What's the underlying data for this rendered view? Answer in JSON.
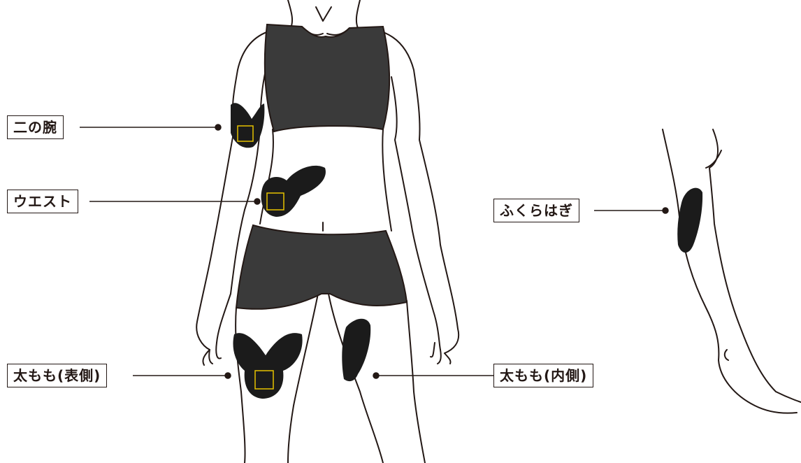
{
  "labels": {
    "upper_arm": "二の腕",
    "waist": "ウエスト",
    "calf": "ふくらはぎ",
    "thigh_front": "太もも(表側)",
    "thigh_inner": "太もも(内側)"
  },
  "colors": {
    "outline": "#231815",
    "garment": "#3a3a3a",
    "pad": "#1b1b1b",
    "accent": "#e6c200",
    "background": "#ffffff"
  }
}
